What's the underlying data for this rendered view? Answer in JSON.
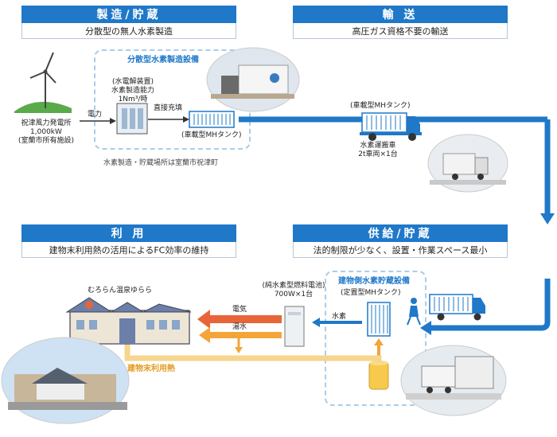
{
  "sections": {
    "production": {
      "title": "製造/貯蔵",
      "subtitle": "分散型の無人水素製造"
    },
    "transport": {
      "title": "輸 送",
      "subtitle": "高圧ガス資格不要の輸送"
    },
    "usage": {
      "title": "利 用",
      "subtitle": "建物末利用熱の活用によるFC効率の維持"
    },
    "supply": {
      "title": "供給/貯蔵",
      "subtitle": "法的制限が少なく、設置・作業スペース最小"
    }
  },
  "production": {
    "facility_label": "分散型水素製造設備",
    "wind": [
      "祝津風力発電所",
      "1,000kW",
      "(室蘭市所有施設)"
    ],
    "power_label": "電力",
    "electrolyzer": [
      "(水電解装置)",
      "水素製造能力",
      "1Nm³/時"
    ],
    "direct_fill": "直接充填",
    "vehicle_tank": "(車載型MHタンク)",
    "note": "水素製造・貯蔵場所は室蘭市祝津町"
  },
  "transport": {
    "truck_tank": "(車載型MHタンク)",
    "truck_caption": [
      "水素運搬車",
      "2t車両×1台"
    ]
  },
  "supply": {
    "facility_label": "建物側水素貯蔵設備",
    "stationary_tank": "(定置型MHタンク)",
    "hydrogen": "水素"
  },
  "usage": {
    "building_name": "むろらん温泉ゆらら",
    "fuel_cell": [
      "(純水素型燃料電池)",
      "700W×1台"
    ],
    "electricity": "電気",
    "hot_water": "湯水",
    "waste_heat": "建物末利用熱"
  },
  "colors": {
    "header": "#1f78c8",
    "flow": "#1f78c8",
    "electricity": "#e8653a",
    "water": "#f3a53a",
    "heat": "#f6d58e"
  }
}
